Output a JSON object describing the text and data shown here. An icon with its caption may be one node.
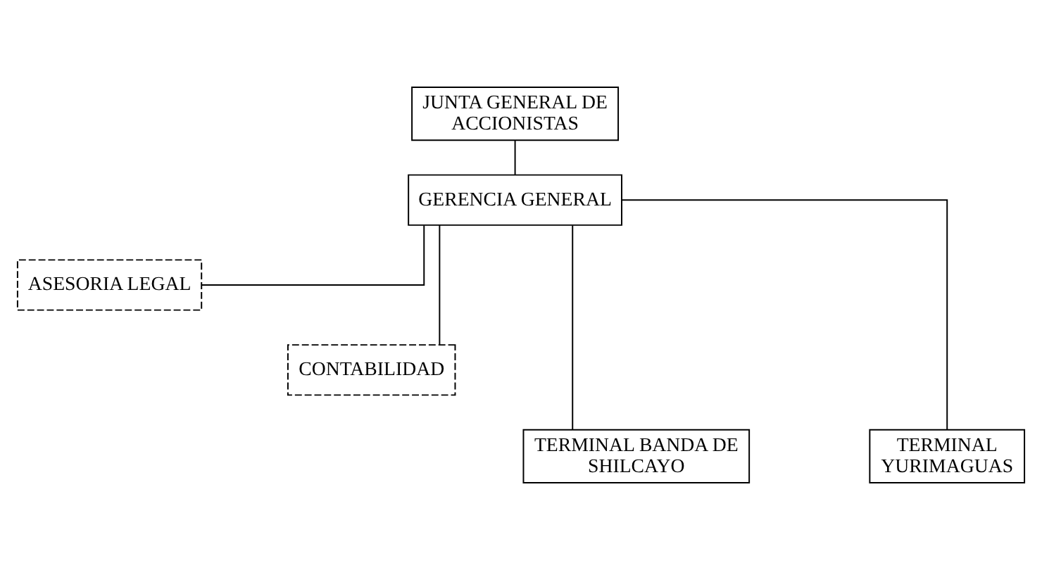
{
  "diagram": {
    "nodes": [
      {
        "text": [
          "JUNTA GENERAL DE ACCIONISTAS"
        ]
      },
      {
        "text": [
          "GERENCIA GENERAL"
        ]
      },
      {
        "text": [
          "ASESORIA LEGAL"
        ]
      },
      {
        "text": [
          "CONTABILIDAD"
        ]
      },
      {
        "text": [
          "TERMINAL BANDA DE SHILCAYO"
        ]
      },
      {
        "text": [
          "TERMINAL YURIMAGUAS"
        ]
      }
    ],
    "edges": [
      {
        "from": 0,
        "to": 1,
        "arrow": "none"
      },
      {
        "from": 1,
        "to": 2,
        "arrow": "none"
      },
      {
        "from": 1,
        "to": 3,
        "arrow": "none"
      },
      {
        "from": 1,
        "to": 4,
        "arrow": "none"
      },
      {
        "from": 1,
        "to": 5,
        "arrow": "none"
      }
    ]
  }
}
